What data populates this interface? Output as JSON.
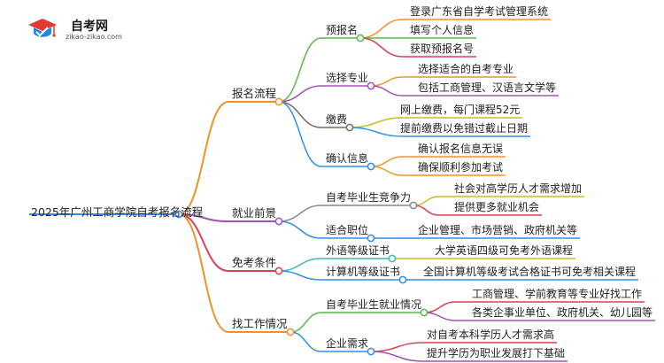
{
  "logo": {
    "title": "自考网",
    "url": "zikao-zikao.com"
  },
  "mindmap": {
    "root": "2025年广州工商学院自考报名流程",
    "branches": [
      {
        "label": "报名流程",
        "color": "#f0922b",
        "children": [
          {
            "label": "预报名",
            "color": "#5ab84a",
            "leaves": [
              "登录广东省自学考试管理系统",
              "填写个人信息",
              "获取预报名号"
            ],
            "leafColors": [
              "#f0922b",
              "#5ab84a",
              "#e23d55"
            ]
          },
          {
            "label": "选择专业",
            "color": "#a053b5",
            "leaves": [
              "选择适合的自考专业",
              "包括工商管理、汉语言文学等"
            ],
            "leafColors": [
              "#f0922b",
              "#a053b5"
            ]
          },
          {
            "label": "缴费",
            "color": "#7e6b5a",
            "leaves": [
              "网上缴费，每门课程52元",
              "提前缴费以免错过截止日期"
            ],
            "leafColors": [
              "#c9bf1c",
              "#2f8ef0"
            ]
          },
          {
            "label": "确认信息",
            "color": "#2f8ef0",
            "leaves": [
              "确认报名信息无误",
              "确保顺利参加考试"
            ],
            "leafColors": [
              "#f0922b",
              "#f0922b"
            ]
          }
        ]
      },
      {
        "label": "就业前景",
        "color": "#a053b5",
        "children": [
          {
            "label": "自考毕业生竞争力",
            "color": "#8a8a8a",
            "leaves": [
              "社会对高学历人才需求增加",
              "提供更多就业机会"
            ],
            "leafColors": [
              "#c9bf1c",
              "#e23d55"
            ]
          },
          {
            "label": "适合职位",
            "color": "#2f8ef0",
            "leaves": [
              "企业管理、市场营销、政府机关等"
            ],
            "leafColors": [
              "#2f8ef0"
            ]
          }
        ]
      },
      {
        "label": "免考条件",
        "color": "#e23d55",
        "children": [
          {
            "label": "外语等级证书",
            "color": "#3fb8b8",
            "leaves": [
              "大学英语四级可免考外语课程"
            ],
            "leafColors": [
              "#c9bf1c"
            ]
          },
          {
            "label": "计算机等级证书",
            "color": "#2f8ef0",
            "leaves": [
              "全国计算机等级考试合格证书可免考相关课程"
            ],
            "leafColors": [
              "#2f8ef0"
            ]
          }
        ]
      },
      {
        "label": "找工作情况",
        "color": "#f0922b",
        "children": [
          {
            "label": "自考毕业生就业情况",
            "color": "#5ab84a",
            "leaves": [
              "工商管理、学前教育等专业好找工作",
              "各类企事业单位、政府机关、幼儿园等"
            ],
            "leafColors": [
              "#e23d55",
              "#a053b5"
            ]
          },
          {
            "label": "企业需求",
            "color": "#2f8ef0",
            "leaves": [
              "对自考本科学历人才需求高",
              "提升学历为职业发展打下基础"
            ],
            "leafColors": [
              "#e23d55",
              "#a053b5"
            ]
          }
        ]
      }
    ]
  }
}
